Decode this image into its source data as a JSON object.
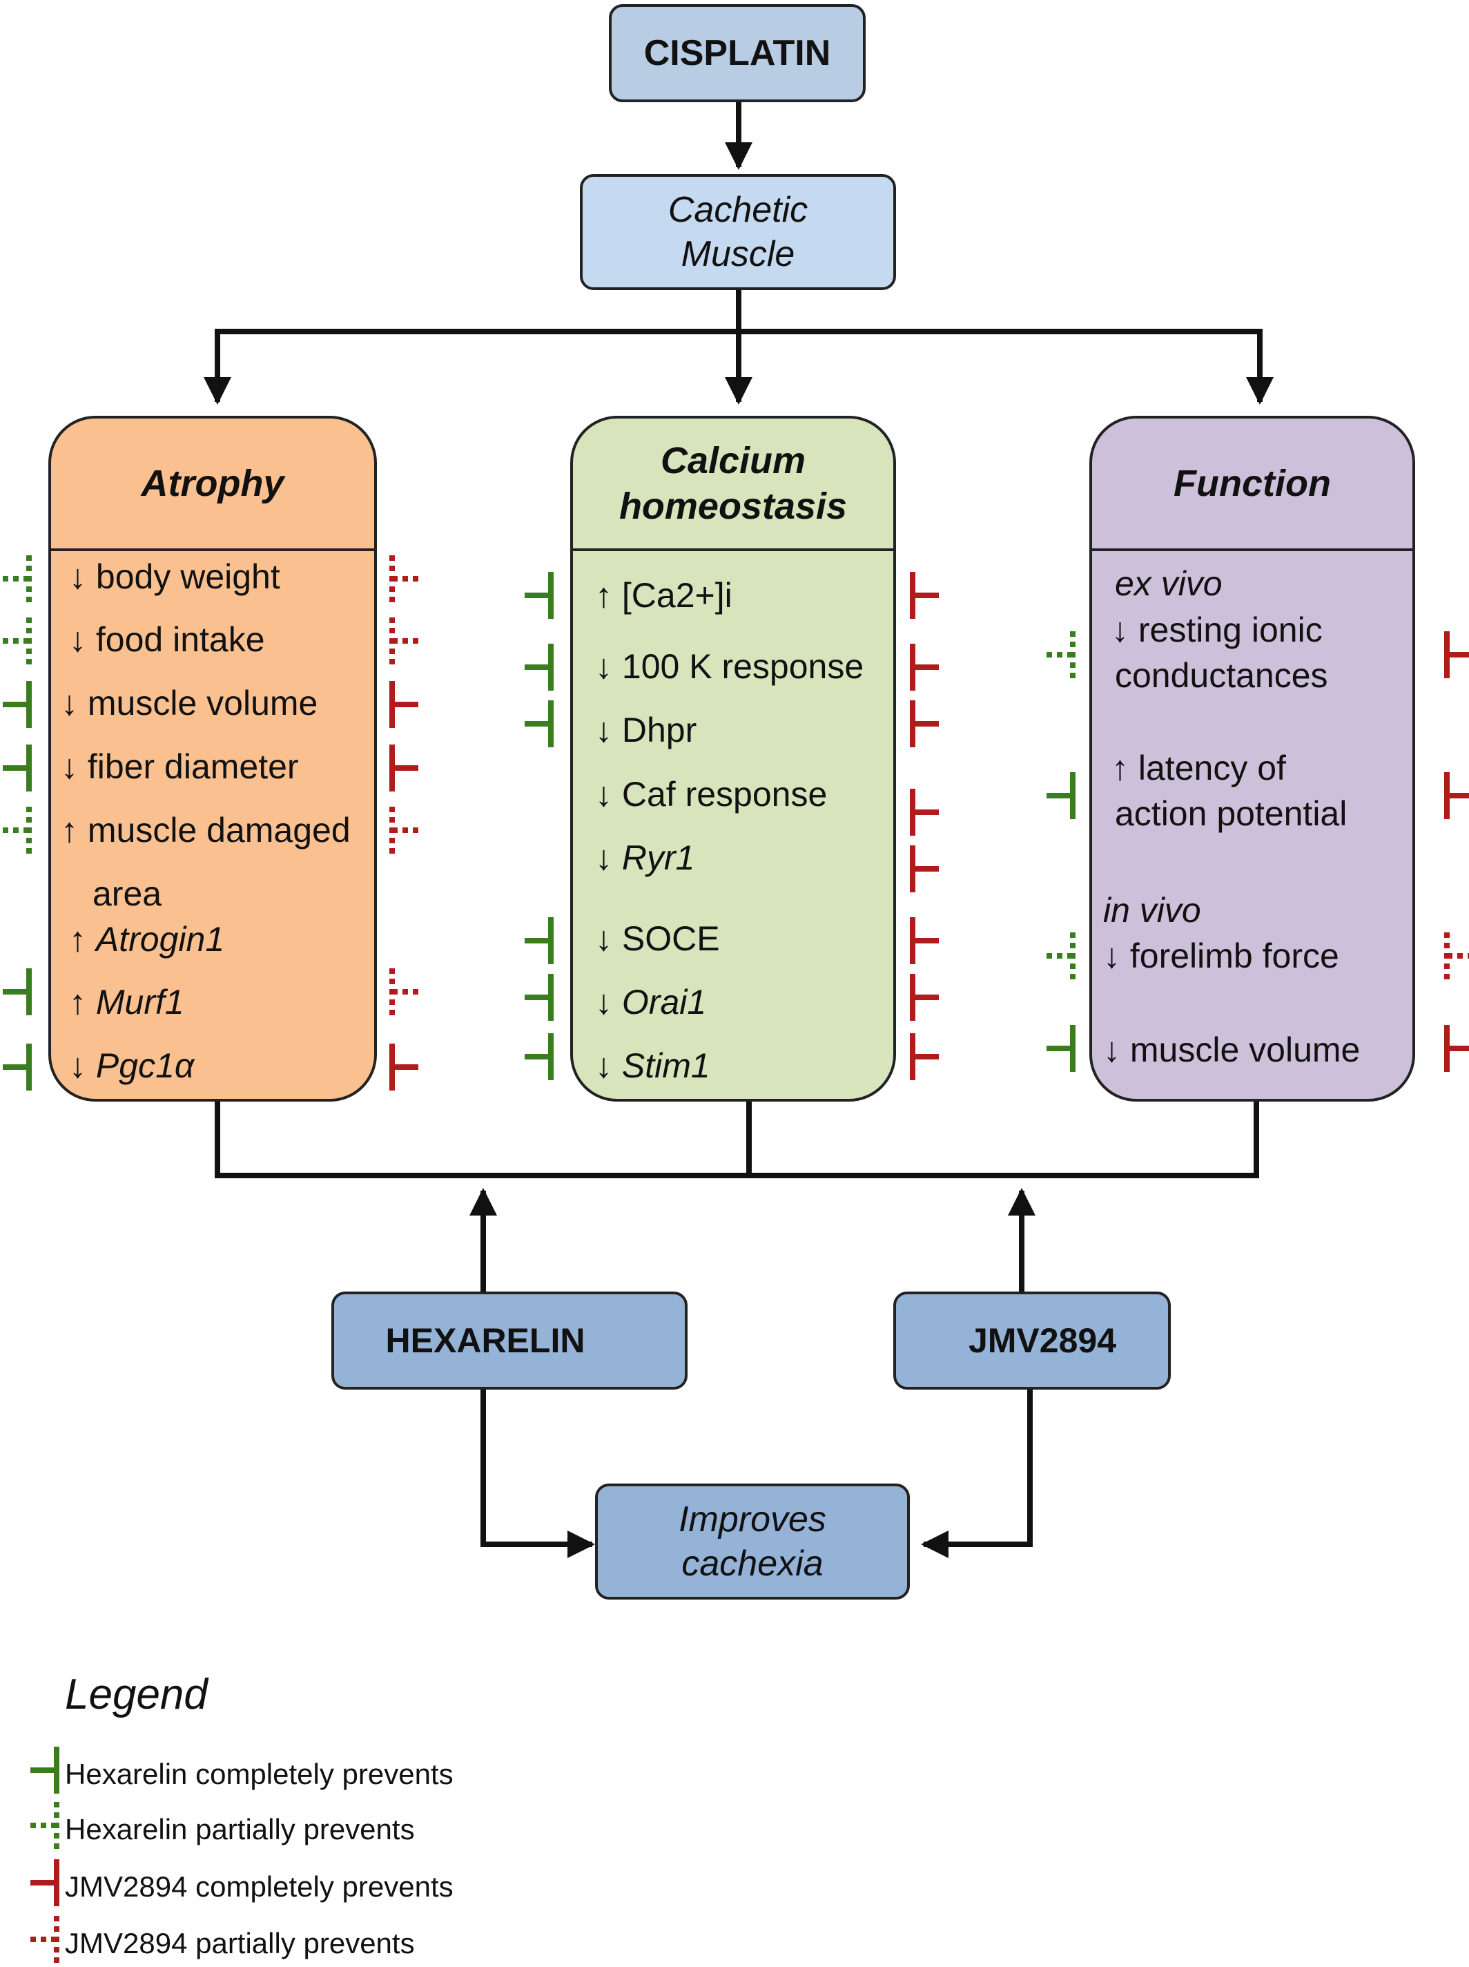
{
  "nodes": {
    "cisplatin": "CISPLATIN",
    "cachetic_line1": "Cachetic",
    "cachetic_line2": "Muscle",
    "hexarelin": "HEXARELIN",
    "jmv2894": "JMV2894",
    "improves_line1": "Improves",
    "improves_line2": "cachexia"
  },
  "panels": {
    "atrophy": {
      "title": "Atrophy",
      "items": [
        "↓ body weight",
        "↓ food intake",
        "↓ muscle volume",
        "↓ fiber diameter",
        "↑ muscle damaged",
        "area",
        "Atrogin1",
        "Murf1",
        "Pgc1α"
      ],
      "arrows": {
        "up": "↑",
        "down": "↓"
      }
    },
    "calcium": {
      "title_line1": "Calcium",
      "title_line2": "homeostasis",
      "items": [
        "↑ [Ca2+]i",
        "↓ 100 K response",
        "↓ Dhpr",
        "↓ Caf response",
        "Ryr1",
        "↓ SOCE",
        "Orai1",
        "Stim1"
      ],
      "arrows": {
        "down": "↓"
      }
    },
    "function": {
      "title": "Function",
      "ex_vivo": "ex vivo",
      "in_vivo": "in vivo",
      "items": [
        "↓ resting ionic",
        "conductances",
        "↑ latency of",
        "action potential",
        "↓ forelimb force",
        "↓ muscle volume"
      ]
    }
  },
  "legend": {
    "title": "Legend",
    "entries": [
      "Hexarelin completely prevents",
      "Hexarelin partially prevents",
      "JMV2894 completely prevents",
      "JMV2894 partially prevents"
    ]
  },
  "colors": {
    "top_box": "#b8cce4",
    "mid_box": "#c5d9f1",
    "drug_box": "#95b3d7",
    "atrophy": "#fac090",
    "calcium": "#d7e4bc",
    "function": "#ccc0da",
    "hexarelin_marker": "#3a7d1e",
    "jmv_marker": "#b01c1c"
  }
}
